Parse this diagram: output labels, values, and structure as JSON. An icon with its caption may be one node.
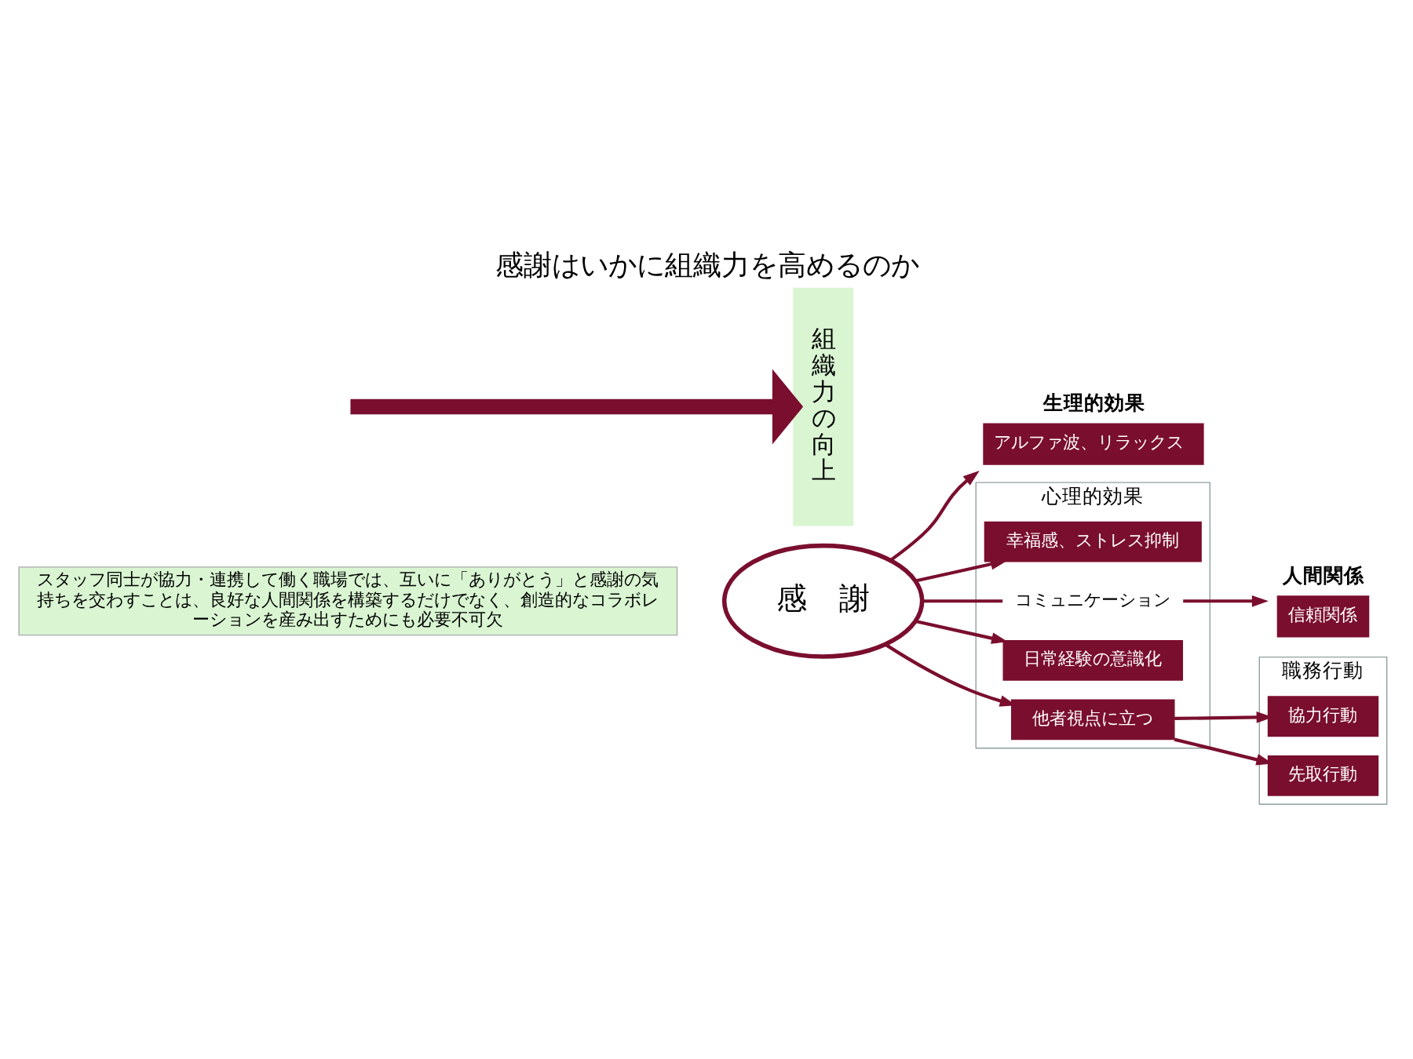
{
  "diagram": {
    "title": "感謝はいかに組織力を高めるのか",
    "nodes": [
      {
        "text": [
          "スタッフ同士が協力・連携して働く職場では、互いに「ありがとう」と感謝の気持ちを交わすことは、良好な人間関係を構築するだけでなく、創造的なコラボレーションを産み出すためにも必要不可欠"
        ]
      },
      {
        "text": [
          "感　謝"
        ]
      },
      {
        "text": [
          "生理的効果",
          "アルファ波、リラックス"
        ]
      },
      {
        "text": [
          "心理的効果"
        ]
      },
      {
        "text": [
          "幸福感、ストレス抑制"
        ],
        "in": 3
      },
      {
        "text": [
          "コミュニケーション"
        ],
        "in": 3
      },
      {
        "text": [
          "日常経験の意識化"
        ],
        "in": 3
      },
      {
        "text": [
          "他者視点に立つ"
        ],
        "in": 3
      },
      {
        "text": [
          "人間関係",
          "信頼関係"
        ]
      },
      {
        "text": [
          "職務行動"
        ]
      },
      {
        "text": [
          "協力行動"
        ],
        "in": 9
      },
      {
        "text": [
          "先取行動"
        ],
        "in": 9
      },
      {
        "text": [
          "組織力の向上"
        ]
      }
    ],
    "edges": [
      {
        "from": 1,
        "to": 2,
        "arrow": "to"
      },
      {
        "from": 1,
        "to": 4,
        "arrow": "to"
      },
      {
        "from": 1,
        "to": 5,
        "arrow": "none"
      },
      {
        "from": 5,
        "to": 8,
        "arrow": "to"
      },
      {
        "from": 1,
        "to": 6,
        "arrow": "to"
      },
      {
        "from": 1,
        "to": 7,
        "arrow": "to"
      },
      {
        "from": 7,
        "to": 10,
        "arrow": "to"
      },
      {
        "from": 7,
        "to": 11,
        "arrow": "to"
      },
      {
        "from": null,
        "to": 12,
        "arrow": "to",
        "style": "thick"
      }
    ]
  }
}
